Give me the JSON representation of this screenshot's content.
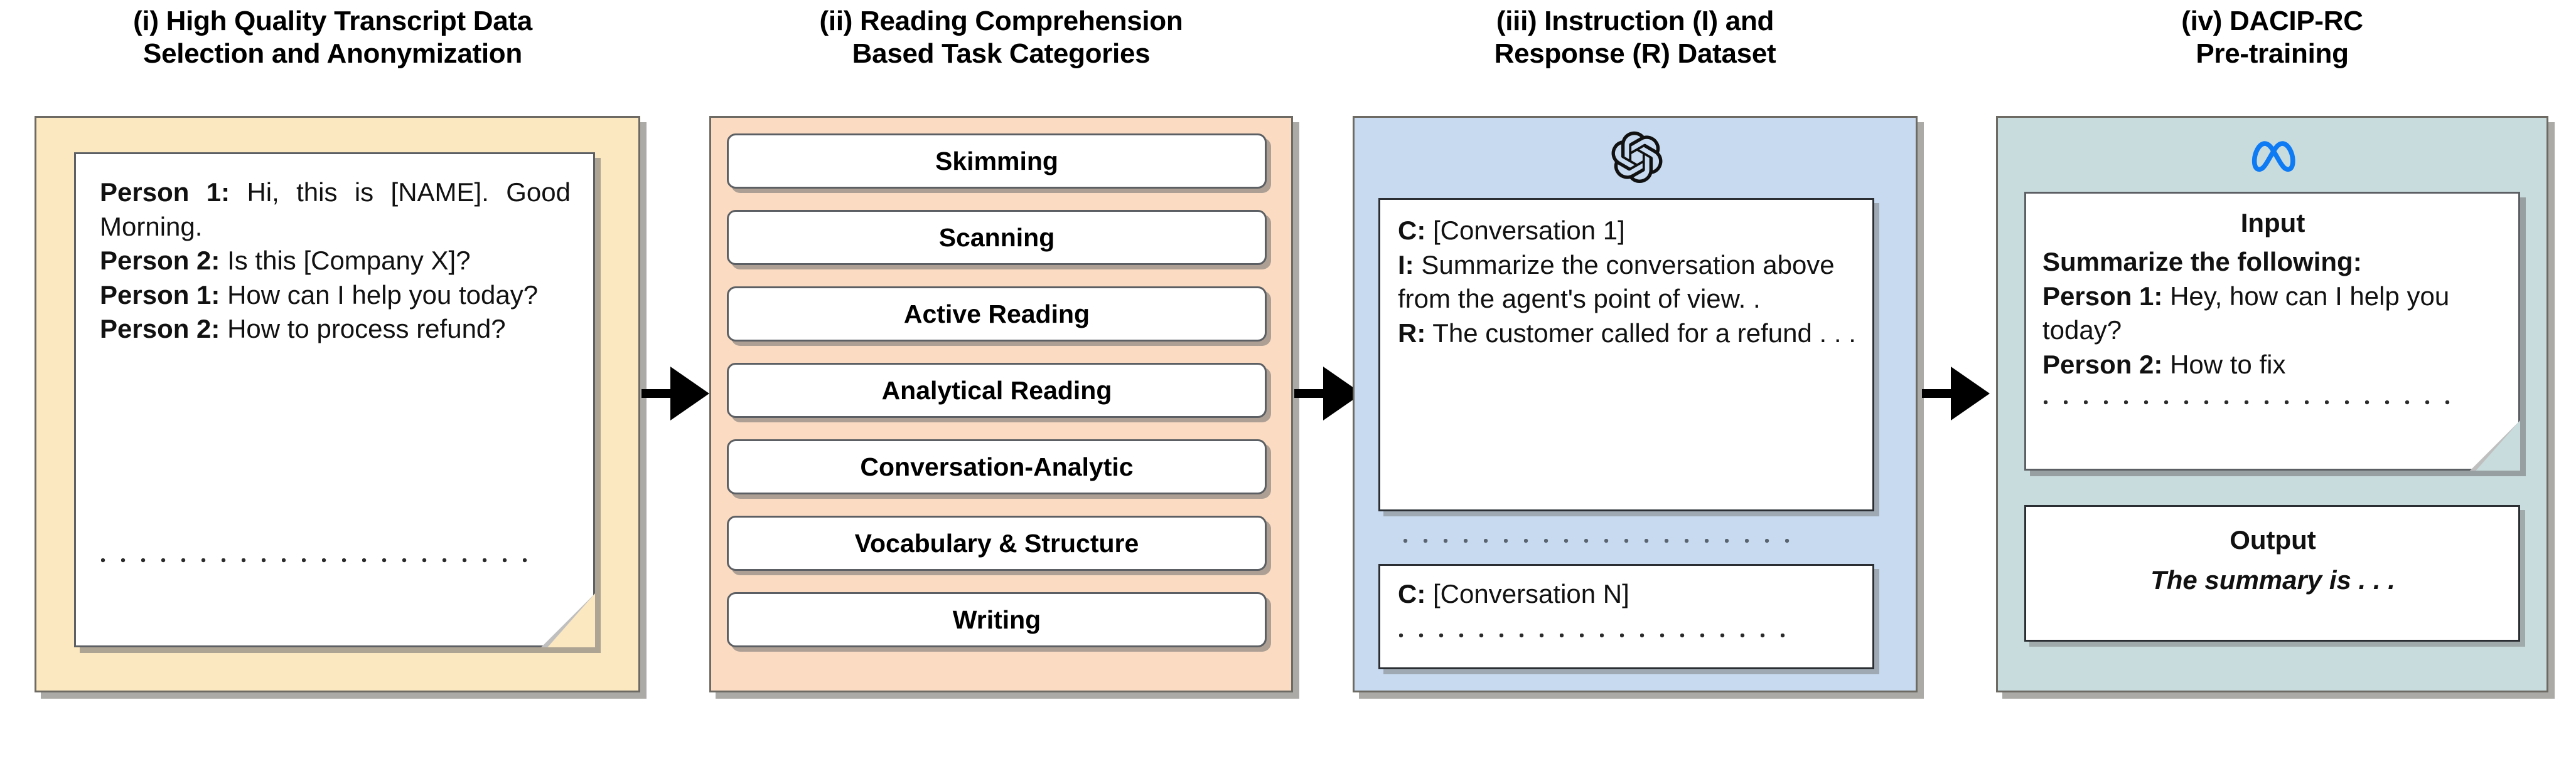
{
  "columns": [
    {
      "id": "transcript",
      "title_line1": "(i) High Quality Transcript Data",
      "title_line2": "Selection and Anonymization",
      "panel_color": "#fbe7c0",
      "transcript": [
        {
          "speaker": "Person 1:",
          "text": " Hi, this is [NAME]. Good Morning."
        },
        {
          "speaker": "Person 2:",
          "text": " Is this [Company X]?"
        },
        {
          "speaker": "Person 1:",
          "text": " How can I help you today?"
        },
        {
          "speaker": "Person 2:",
          "text": " How to process refund?"
        }
      ],
      "continuation": ". . . . . . . . . . . . . . . . . ."
    },
    {
      "id": "task-categories",
      "title_line1": "(ii) Reading Comprehension",
      "title_line2": "Based Task Categories",
      "panel_color": "#fbdcc3",
      "tasks": [
        "Skimming",
        "Scanning",
        "Active Reading",
        "Analytical Reading",
        "Conversation-Analytic",
        "Vocabulary & Structure",
        "Writing"
      ]
    },
    {
      "id": "instruction-response",
      "title_line1": "(iii) Instruction (I) and",
      "title_line2": "Response (R) Dataset",
      "panel_color": "#c7daef",
      "logo": "openai-logo",
      "sample_first": {
        "conversation_label": "C:",
        "conversation_value": " [Conversation 1]",
        "instruction_label": "I:",
        "instruction_value": " Summarize the conversation above from the agent's point of view. .",
        "response_label": "R:",
        "response_value": " The customer called for a refund . . ."
      },
      "between_dots": ". . . . . . . . . . . . .",
      "sample_last": {
        "conversation_label": "C:",
        "conversation_value": " [Conversation N]",
        "continuation": ". . . . . . . . . . . . . . . ."
      }
    },
    {
      "id": "pretraining",
      "title_line1": "(iv) DACIP-RC",
      "title_line2": "Pre-training",
      "panel_color": "#c9dcdd",
      "logo": "meta-logo",
      "logo_color": "#0e7bf5",
      "input": {
        "heading": "Input",
        "prompt": "Summarize the following:",
        "lines": [
          {
            "speaker": "Person 1:",
            "text": " Hey, how can I help you today?"
          },
          {
            "speaker": "Person 2:",
            "text": " How to fix"
          }
        ],
        "continuation": ". . . . . . . . . . . . . . . . . . . ."
      },
      "output": {
        "heading": "Output",
        "text": "The summary is . . ."
      }
    }
  ],
  "arrows": [
    {
      "name": "arrow-1-to-2"
    },
    {
      "name": "arrow-2-to-3"
    },
    {
      "name": "arrow-3-to-4"
    }
  ]
}
